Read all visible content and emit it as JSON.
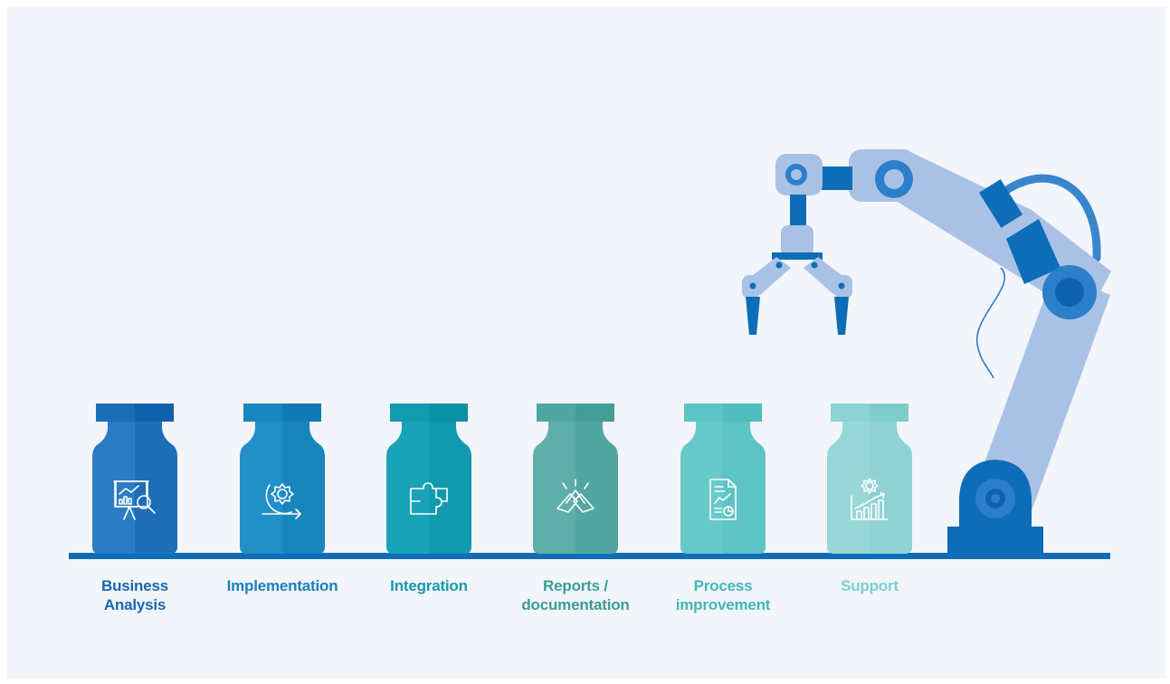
{
  "steps": [
    {
      "label_line1": "Business",
      "label_line2": "Analysis",
      "icon": "business-analysis-icon",
      "body_color": "#2b7cc4",
      "body_shade": "#1f6fb8",
      "cap_color": "#1c6db6",
      "cap_shade": "#0f61ad",
      "text_color": "#1b67b0"
    },
    {
      "label_line1": "Implementation",
      "label_line2": "",
      "icon": "implementation-gear-icon",
      "body_color": "#2290c6",
      "body_shade": "#1985bd",
      "cap_color": "#1a86bf",
      "cap_shade": "#107ab6",
      "text_color": "#1a7fbb"
    },
    {
      "label_line1": "Integration",
      "label_line2": "",
      "icon": "integration-puzzle-icon",
      "body_color": "#19a3b6",
      "body_shade": "#1199ae",
      "cap_color": "#119cae",
      "cap_shade": "#0a92a6",
      "text_color": "#159aac"
    },
    {
      "label_line1": "Reports /",
      "label_line2": "documentation",
      "icon": "partnership-handshake-icon",
      "body_color": "#5eaeaa",
      "body_shade": "#52a6a2",
      "cap_color": "#4ea6a1",
      "cap_shade": "#429c97",
      "text_color": "#3d9c96"
    },
    {
      "label_line1": "Process",
      "label_line2": "improvement",
      "icon": "report-document-icon",
      "body_color": "#68c9cb",
      "body_shade": "#5dc3c5",
      "cap_color": "#5cc4c5",
      "cap_shade": "#4fbcbd",
      "text_color": "#42b7b6"
    },
    {
      "label_line1": "Support",
      "label_line2": "",
      "icon": "growth-chart-icon",
      "body_color": "#98d7d8",
      "body_shade": "#8ed2d3",
      "cap_color": "#8bd3d4",
      "cap_shade": "#7fcccd",
      "text_color": "#7ccfd0"
    }
  ],
  "colors": {
    "background": "#f2f5fa",
    "conveyor": "#0f6db8",
    "robot_arm_light": "#aac1e6",
    "robot_arm_dark": "#0e6db8",
    "robot_joint": "#2c7fc9",
    "robot_cable": "#3a86cc"
  }
}
